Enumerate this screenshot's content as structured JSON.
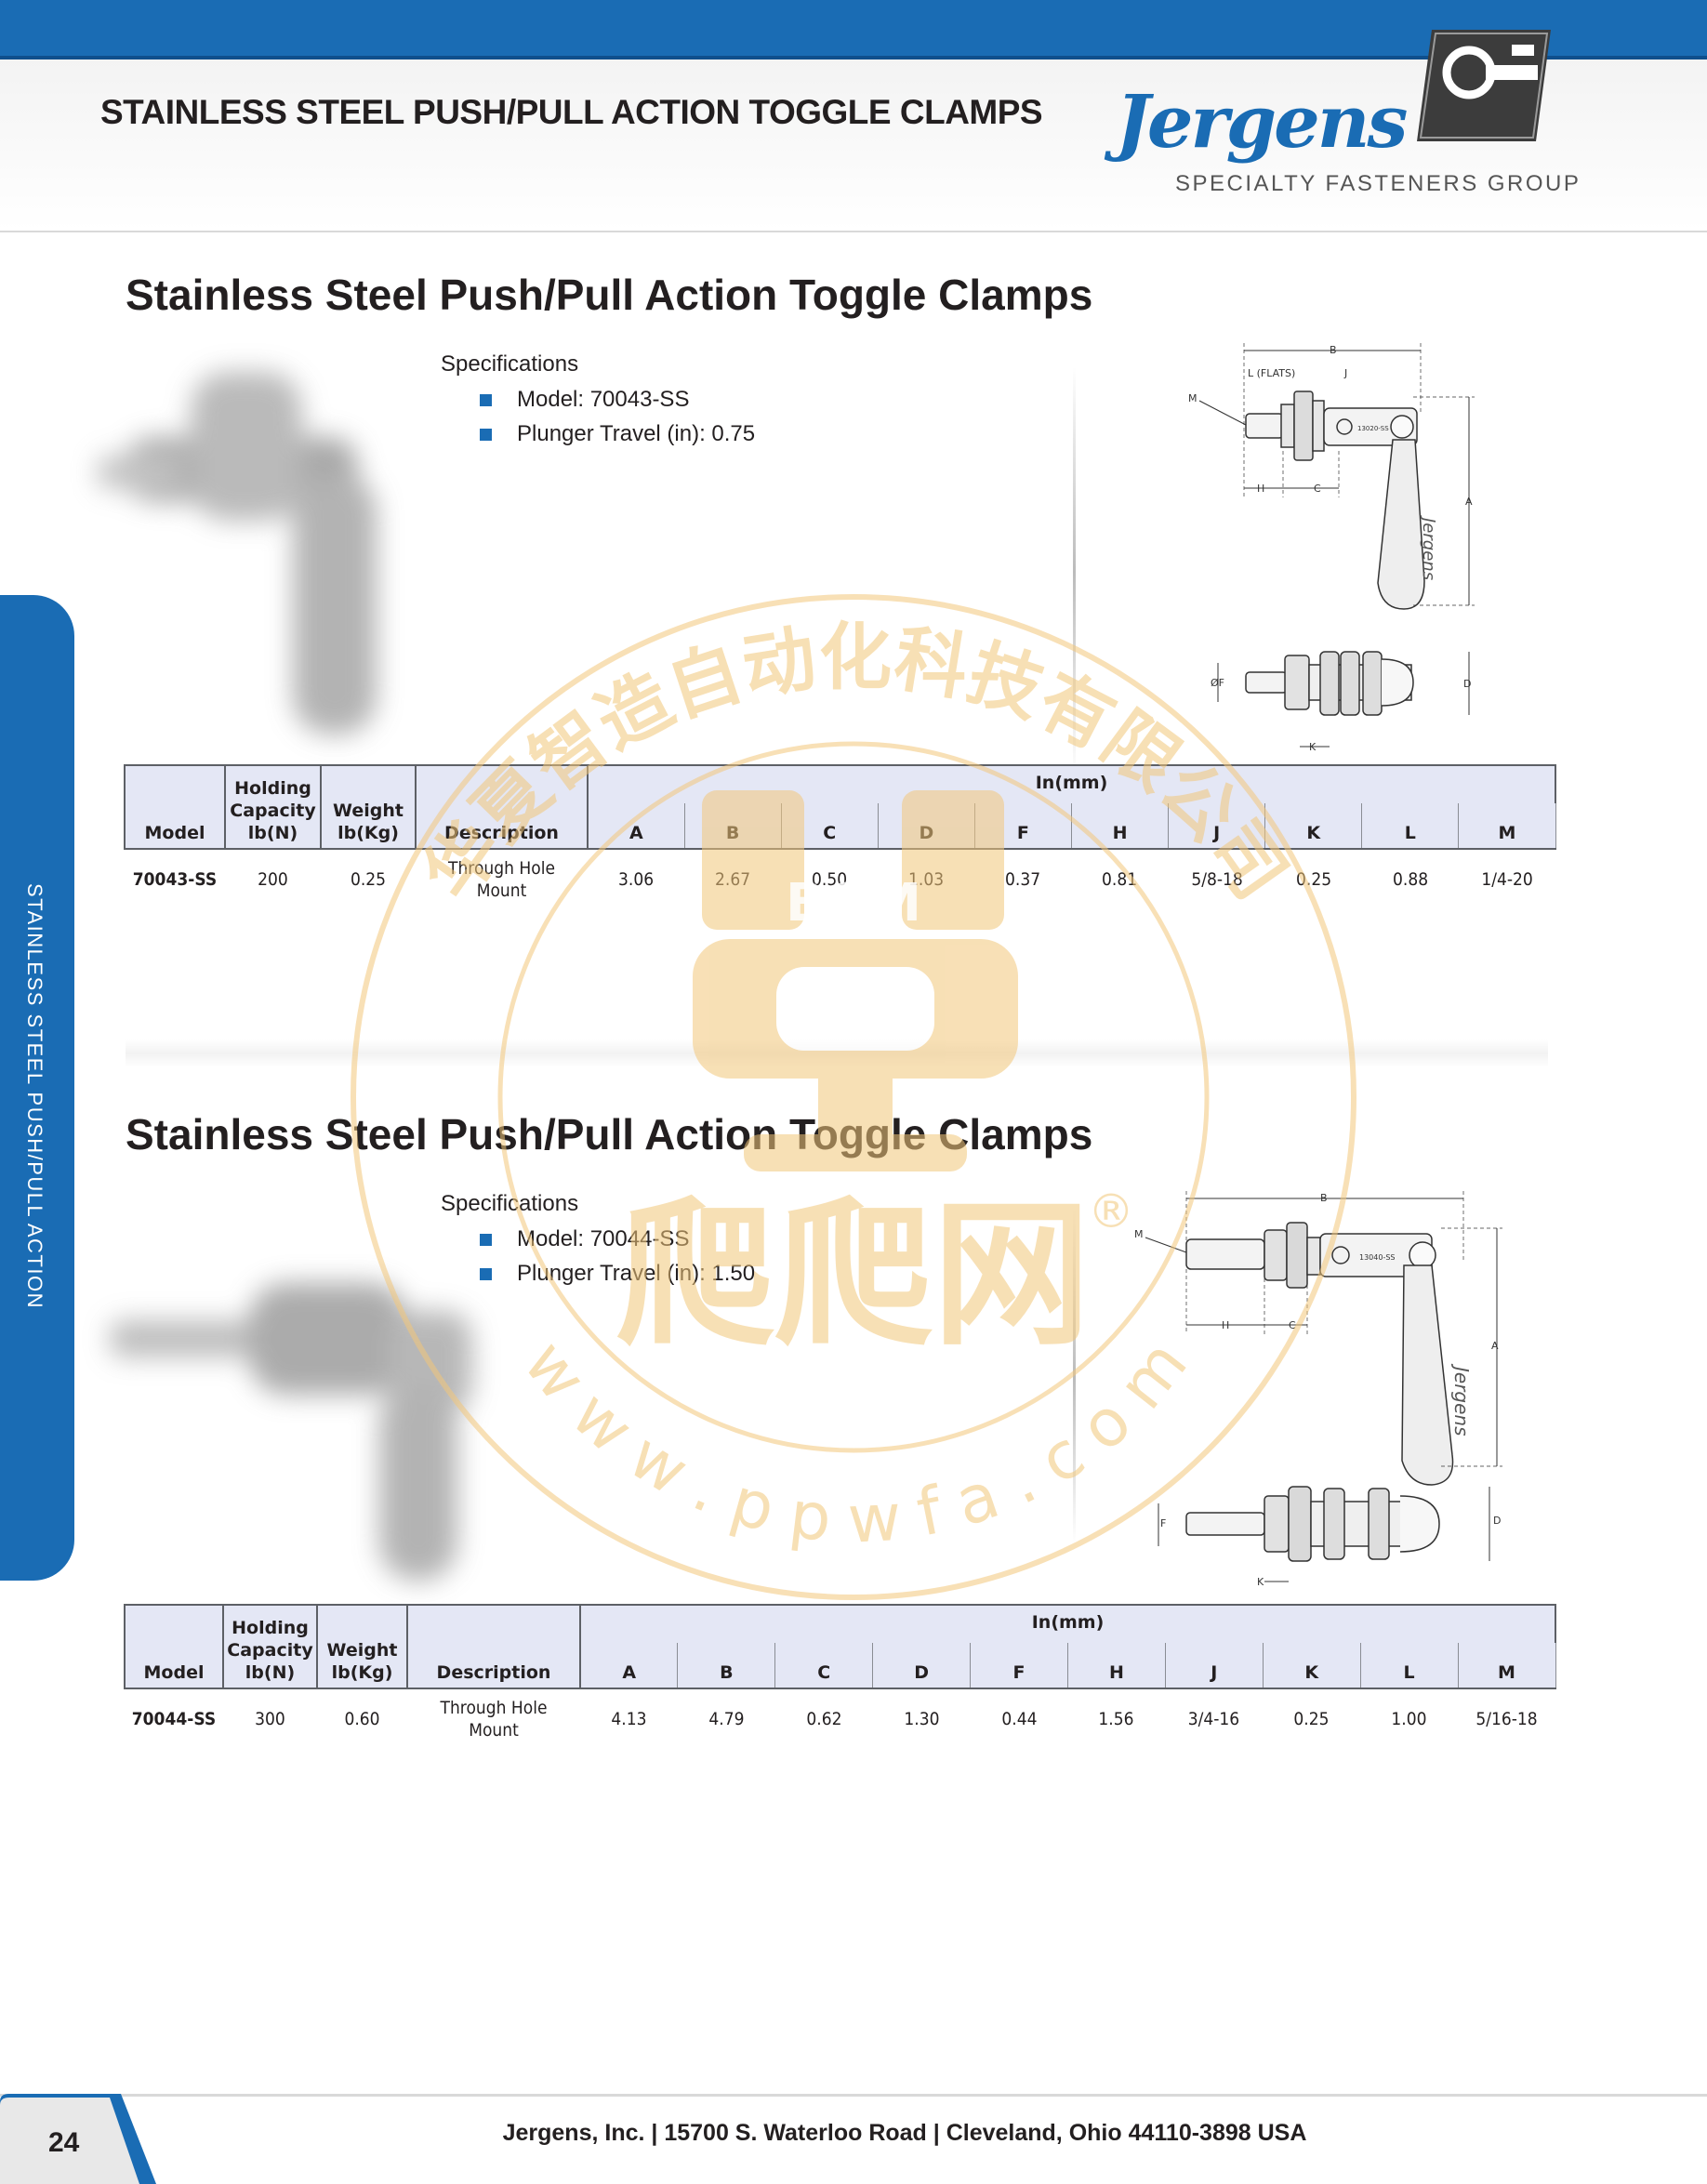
{
  "header": {
    "title": "STAINLESS STEEL PUSH/PULL ACTION TOGGLE CLAMPS",
    "brand": "Jergens",
    "brand_sub": "SPECIALTY FASTENERS GROUP"
  },
  "side_tab": "STAINLESS STEEL PUSH/PULL ACTION",
  "sections": [
    {
      "title": "Stainless Steel Push/Pull Action Toggle Clamps",
      "spec_heading": "Specifications",
      "specs": [
        "Model: 70043-SS",
        "Plunger Travel (in): 0.75"
      ],
      "drawing_labels": {
        "B": "B",
        "L": "L (FLATS)",
        "J": "J",
        "M": "M",
        "H": "H",
        "C": "C",
        "A": "A",
        "F": "ØF",
        "D": "D",
        "K": "K",
        "part": "13020-SS"
      },
      "table": {
        "headers": {
          "model": "Model",
          "holding": [
            "Holding",
            "Capacity",
            "lb(N)"
          ],
          "weight": [
            "Weight",
            "lb(Kg)"
          ],
          "description": "Description",
          "group": "In(mm)",
          "dims": [
            "A",
            "B",
            "C",
            "D",
            "F",
            "H",
            "J",
            "K",
            "L",
            "M"
          ]
        },
        "row": {
          "model": "70043-SS",
          "holding": "200",
          "weight": "0.25",
          "description": "Through Hole Mount",
          "dims": [
            "3.06",
            "2.67",
            "0.50",
            "1.03",
            "0.37",
            "0.81",
            "5/8-18",
            "0.25",
            "0.88",
            "1/4-20"
          ]
        }
      }
    },
    {
      "title": "Stainless Steel Push/Pull Action Toggle Clamps",
      "spec_heading": "Specifications",
      "specs": [
        "Model: 70044-SS",
        "Plunger Travel (in): 1.50"
      ],
      "drawing_labels": {
        "B": "B",
        "M": "M",
        "H": "H",
        "C": "C",
        "A": "A",
        "F": "F",
        "D": "D",
        "K": "K",
        "part": "13040-SS"
      },
      "table": {
        "headers": {
          "model": "Model",
          "holding": [
            "Holding",
            "Capacity",
            "lb(N)"
          ],
          "weight": [
            "Weight",
            "lb(Kg)"
          ],
          "description": "Description",
          "group": "In(mm)",
          "dims": [
            "A",
            "B",
            "C",
            "D",
            "F",
            "H",
            "J",
            "K",
            "L",
            "M"
          ]
        },
        "row": {
          "model": "70044-SS",
          "holding": "300",
          "weight": "0.60",
          "description": "Through Hole Mount",
          "dims": [
            "4.13",
            "4.79",
            "0.62",
            "1.30",
            "0.44",
            "1.56",
            "3/4-16",
            "0.25",
            "1.00",
            "5/16-18"
          ]
        }
      }
    }
  ],
  "watermark": {
    "company": "华夏智造自动化科技有限公司",
    "badge": "BOM",
    "brand": "爬爬网",
    "url": "w w w . p p w f a . c o m",
    "registered": "®"
  },
  "footer": {
    "page_number": "24",
    "address": "Jergens, Inc.  |  15700 S. Waterloo Road  |  Cleveland, Ohio 44110-3898 USA"
  },
  "colors": {
    "brand_blue": "#1a6cb4",
    "table_header": "#e4e7f5",
    "watermark": "#f2c77a"
  }
}
